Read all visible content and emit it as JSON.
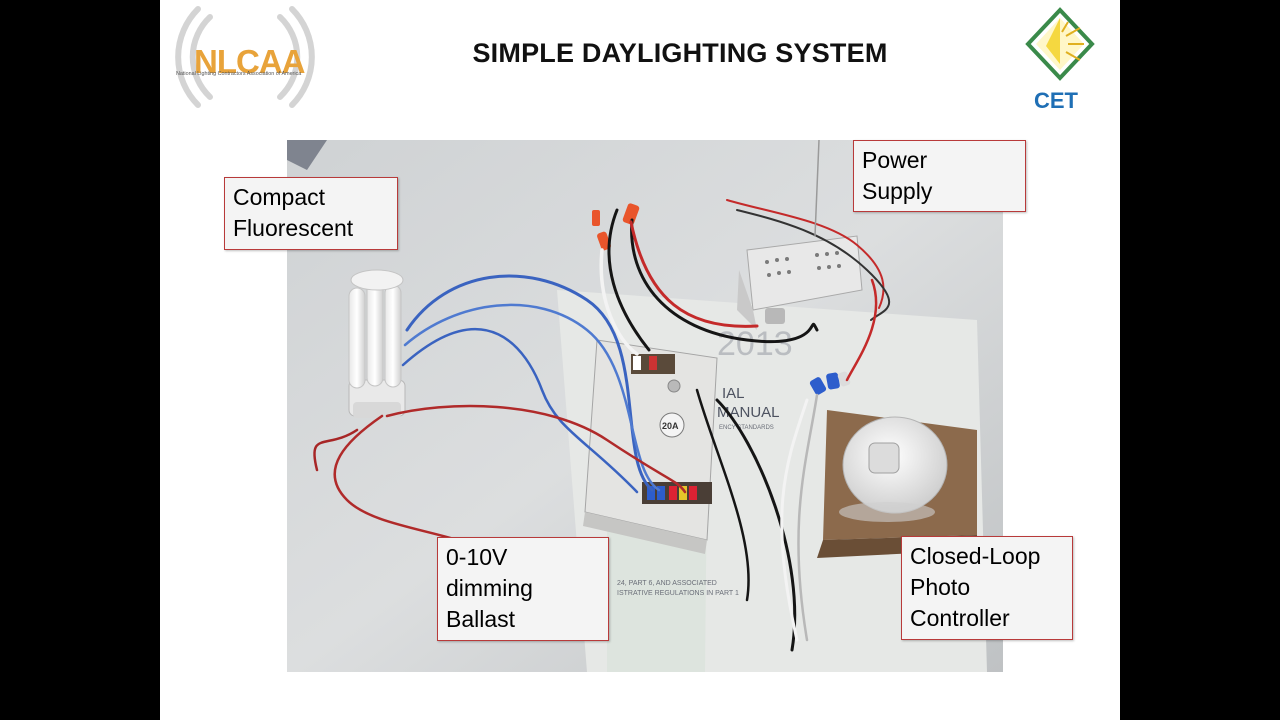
{
  "slide": {
    "title": "SIMPLE DAYLIGHTING SYSTEM"
  },
  "logos": {
    "left": {
      "text": "NLCAA",
      "subtitle": "National Lighting Contractors Association of America"
    },
    "right": {
      "text": "CET"
    }
  },
  "labels": {
    "compact_fluorescent": "Compact\nFluorescent",
    "power_supply": "Power\nSupply",
    "dimming_ballast": "0-10V\ndimming\nBallast",
    "photo_controller": "Closed-Loop\nPhoto\nController"
  },
  "photo_text": {
    "poster_line1": "IAL",
    "poster_line2": "MANUAL",
    "poster_line3": "ENCY STANDARDS",
    "ballast_badge": "20A",
    "bottom_line1": "24, PART 6, AND ASSOCIATED",
    "bottom_line2": "ISTRATIVE REGULATIONS IN PART 1"
  },
  "colors": {
    "accent_border": "#b83a3a",
    "nlcaa_orange": "#e8a33a",
    "cet_blue": "#1f6fb5"
  }
}
